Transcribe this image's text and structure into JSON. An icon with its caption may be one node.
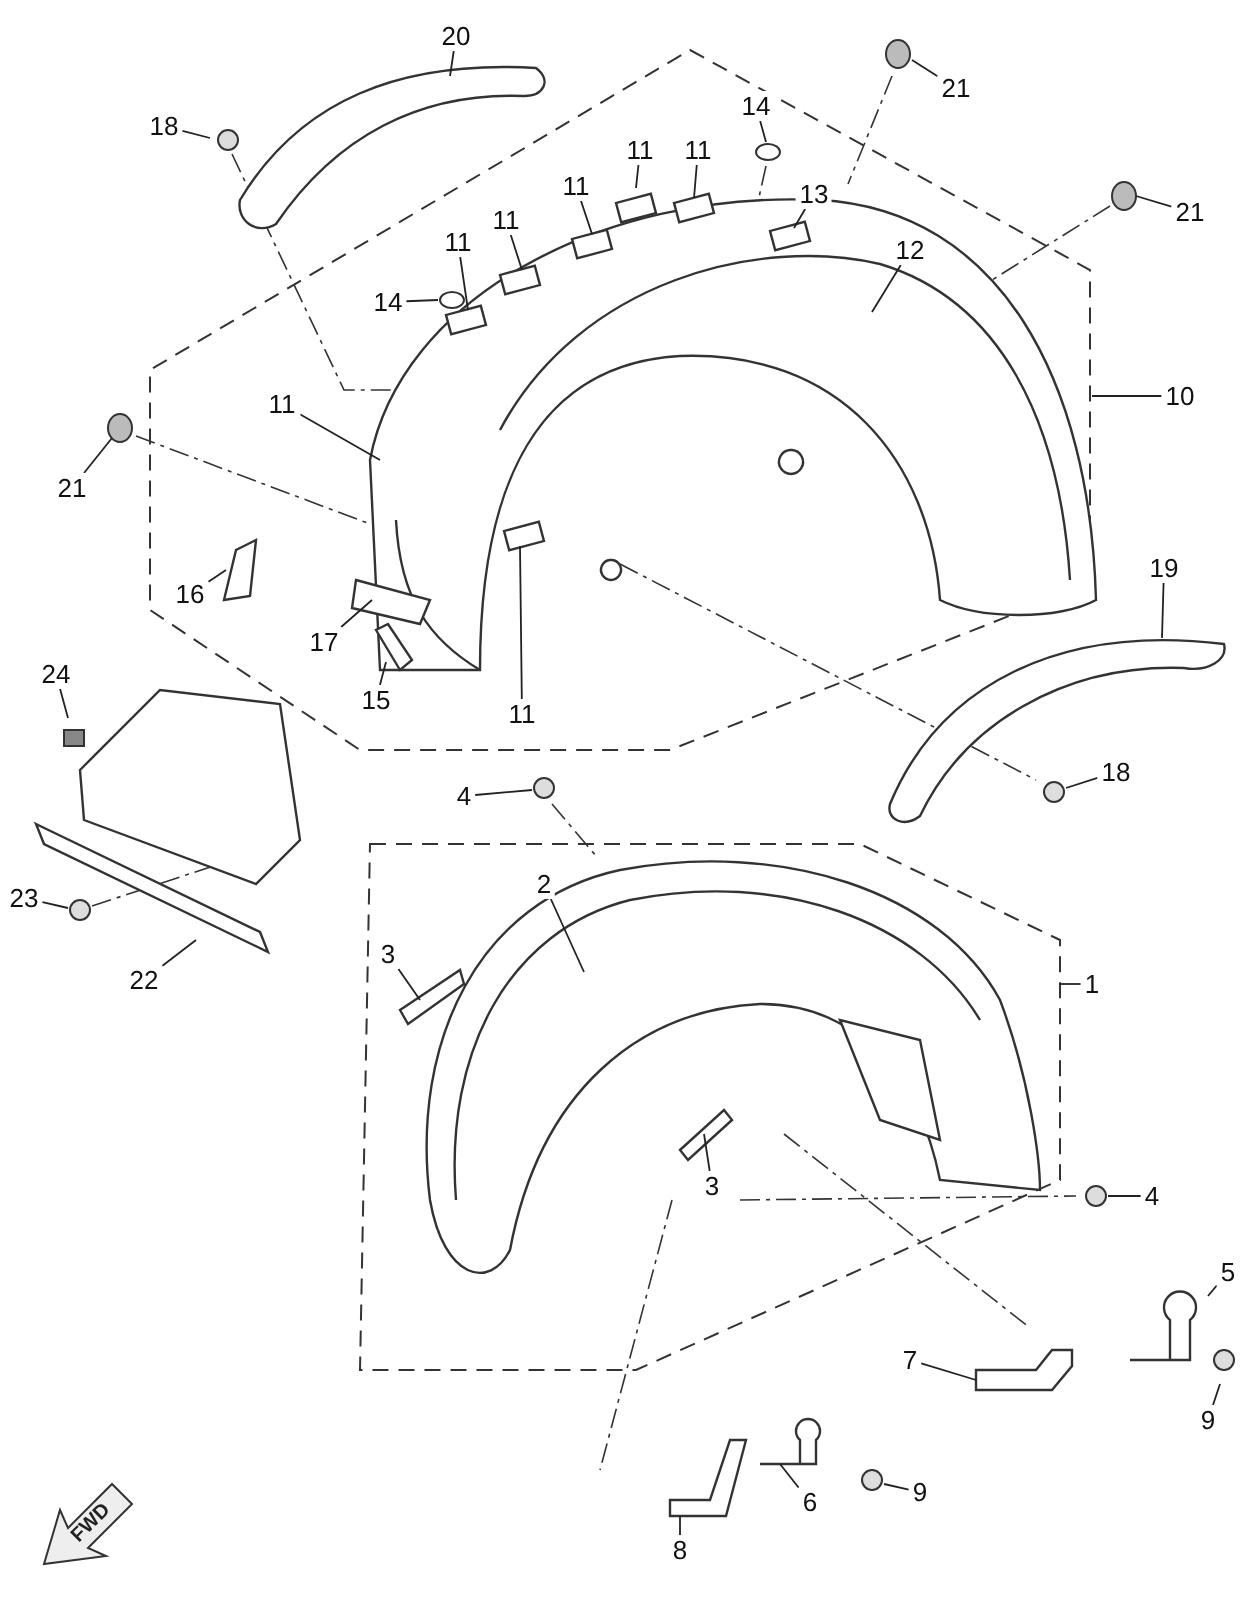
{
  "diagram": {
    "nodes": [
      {
        "text": [
          "20"
        ]
      },
      {
        "text": [
          "18"
        ]
      },
      {
        "text": [
          "14"
        ]
      },
      {
        "text": [
          "21"
        ]
      },
      {
        "text": [
          "11"
        ]
      },
      {
        "text": [
          "11"
        ]
      },
      {
        "text": [
          "13"
        ]
      },
      {
        "text": [
          "11"
        ]
      },
      {
        "text": [
          "11"
        ]
      },
      {
        "text": [
          "11"
        ]
      },
      {
        "text": [
          "12"
        ]
      },
      {
        "text": [
          "14"
        ]
      },
      {
        "text": [
          "21"
        ]
      },
      {
        "text": [
          "10"
        ]
      },
      {
        "text": [
          "11"
        ]
      },
      {
        "text": [
          "21"
        ]
      },
      {
        "text": [
          "16"
        ]
      },
      {
        "text": [
          "17"
        ]
      },
      {
        "text": [
          "15"
        ]
      },
      {
        "text": [
          "11"
        ]
      },
      {
        "text": [
          "19"
        ]
      },
      {
        "text": [
          "24"
        ]
      },
      {
        "text": [
          "18"
        ]
      },
      {
        "text": [
          "4"
        ]
      },
      {
        "text": [
          "2"
        ]
      },
      {
        "text": [
          "3"
        ]
      },
      {
        "text": [
          "1"
        ]
      },
      {
        "text": [
          "23"
        ]
      },
      {
        "text": [
          "22"
        ]
      },
      {
        "text": [
          "3"
        ]
      },
      {
        "text": [
          "4"
        ]
      },
      {
        "text": [
          "5"
        ]
      },
      {
        "text": [
          "7"
        ]
      },
      {
        "text": [
          "9"
        ]
      },
      {
        "text": [
          "6"
        ]
      },
      {
        "text": [
          "9"
        ]
      },
      {
        "text": [
          "8"
        ]
      },
      {
        "text": [],
        "shape": "picture"
      },
      {
        "text": [],
        "shape": "picture"
      },
      {
        "text": [],
        "shape": "picture"
      },
      {
        "text": [],
        "shape": "picture"
      }
    ],
    "edges": [
      {
        "from": 0,
        "to": null,
        "arrow": "none"
      },
      {
        "from": 1,
        "to": null,
        "arrow": "none"
      },
      {
        "from": 2,
        "to": null,
        "arrow": "none"
      },
      {
        "from": 3,
        "to": null,
        "arrow": "none"
      },
      {
        "from": 4,
        "to": null,
        "arrow": "none"
      },
      {
        "from": 5,
        "to": null,
        "arrow": "none"
      },
      {
        "from": 6,
        "to": null,
        "arrow": "none"
      },
      {
        "from": 7,
        "to": null,
        "arrow": "none"
      },
      {
        "from": 8,
        "to": null,
        "arrow": "none"
      },
      {
        "from": 9,
        "to": null,
        "arrow": "none"
      },
      {
        "from": 10,
        "to": null,
        "arrow": "none"
      },
      {
        "from": 11,
        "to": null,
        "arrow": "none"
      },
      {
        "from": 12,
        "to": null,
        "arrow": "none"
      },
      {
        "from": 13,
        "to": null,
        "arrow": "none"
      },
      {
        "from": 14,
        "to": null,
        "arrow": "none"
      },
      {
        "from": 15,
        "to": null,
        "arrow": "none"
      },
      {
        "from": 16,
        "to": null,
        "arrow": "none"
      },
      {
        "from": 17,
        "to": null,
        "arrow": "none"
      },
      {
        "from": 18,
        "to": null,
        "arrow": "none"
      },
      {
        "from": 19,
        "to": null,
        "arrow": "none"
      },
      {
        "from": 20,
        "to": 37,
        "arrow": "none"
      },
      {
        "from": 21,
        "to": null,
        "arrow": "none"
      },
      {
        "from": 22,
        "to": null,
        "arrow": "none"
      },
      {
        "from": 23,
        "to": null,
        "arrow": "none"
      },
      {
        "from": 24,
        "to": null,
        "arrow": "none"
      },
      {
        "from": 25,
        "to": null,
        "arrow": "none"
      },
      {
        "from": 26,
        "to": null,
        "arrow": "none"
      },
      {
        "from": 27,
        "to": null,
        "arrow": "none"
      },
      {
        "from": 28,
        "to": null,
        "arrow": "none"
      },
      {
        "from": 29,
        "to": null,
        "arrow": "none"
      },
      {
        "from": 30,
        "to": null,
        "arrow": "none"
      },
      {
        "from": 31,
        "to": null,
        "arrow": "none"
      },
      {
        "from": 32,
        "to": 38,
        "arrow": "none"
      },
      {
        "from": 33,
        "to": null,
        "arrow": "none"
      },
      {
        "from": 34,
        "to": 39,
        "arrow": "none"
      },
      {
        "from": 35,
        "to": null,
        "arrow": "none"
      },
      {
        "from": 36,
        "to": 40,
        "arrow": "none"
      }
    ],
    "labels": [
      "FWD"
    ]
  }
}
